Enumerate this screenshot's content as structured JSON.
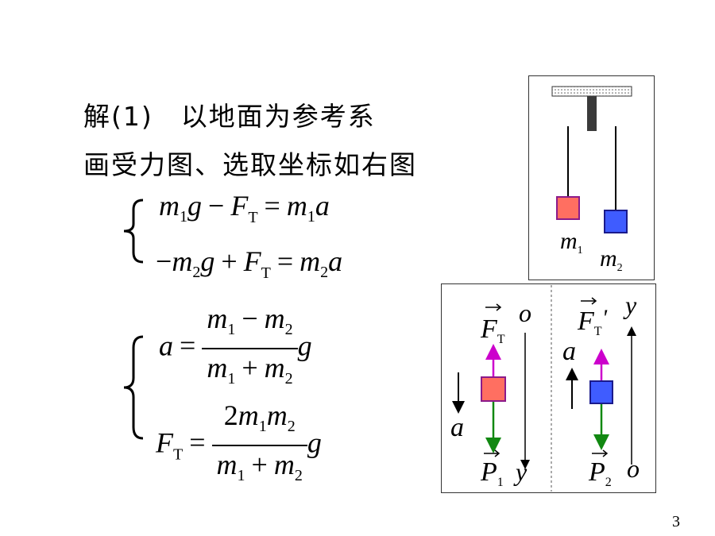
{
  "text": {
    "line1": "解(1)　以地面为参考系",
    "line2": "画受力图、选取坐标如右图"
  },
  "equations": {
    "eq1": {
      "lhs_a": "m",
      "lhs_a_sub": "1",
      "lhs_b": "g",
      "minus": "−",
      "F": "F",
      "F_sub": "T",
      "equals": "=",
      "rhs_m": "m",
      "rhs_sub": "1",
      "rhs_a": "a"
    },
    "eq2": {
      "neg": "−",
      "m": "m",
      "m_sub": "2",
      "g": "g",
      "plus": "+",
      "F": "F",
      "F_sub": "T",
      "equals": "=",
      "rhs_m": "m",
      "rhs_sub": "2",
      "rhs_a": "a"
    },
    "res1": {
      "lhs": "a",
      "equals": "=",
      "num_m1": "m",
      "num_s1": "1",
      "num_op": "−",
      "num_m2": "m",
      "num_s2": "2",
      "den_m1": "m",
      "den_s1": "1",
      "den_op": "+",
      "den_m2": "m",
      "den_s2": "2",
      "tail": "g"
    },
    "res2": {
      "lhs": "F",
      "lhs_sub": "T",
      "equals": "=",
      "num_2": "2",
      "num_m1": "m",
      "num_s1": "1",
      "num_m2": "m",
      "num_s2": "2",
      "den_m1": "m",
      "den_s1": "1",
      "den_op": "+",
      "den_m2": "m",
      "den_s2": "2",
      "tail": "g"
    }
  },
  "figure_top": {
    "m1": "m",
    "m1_sub": "1",
    "m2": "m",
    "m2_sub": "2",
    "colors": {
      "m1_fill": "#ff6f61",
      "m1_stroke": "#8b1a8b",
      "m2_fill": "#3f5cff",
      "m2_stroke": "#1a1a8b"
    }
  },
  "figure_bottom": {
    "left": {
      "F": "F",
      "F_sub": "T",
      "o": "o",
      "a": "a",
      "P": "P",
      "P_sub": "1",
      "y": "y"
    },
    "right": {
      "F": "F",
      "F_sub": "T",
      "prime": "'",
      "y": "y",
      "a": "a",
      "P": "P",
      "P_sub": "2",
      "o": "o"
    },
    "colors": {
      "tension": "#cc00cc",
      "gravity": "#118811"
    }
  },
  "page_number": "3"
}
